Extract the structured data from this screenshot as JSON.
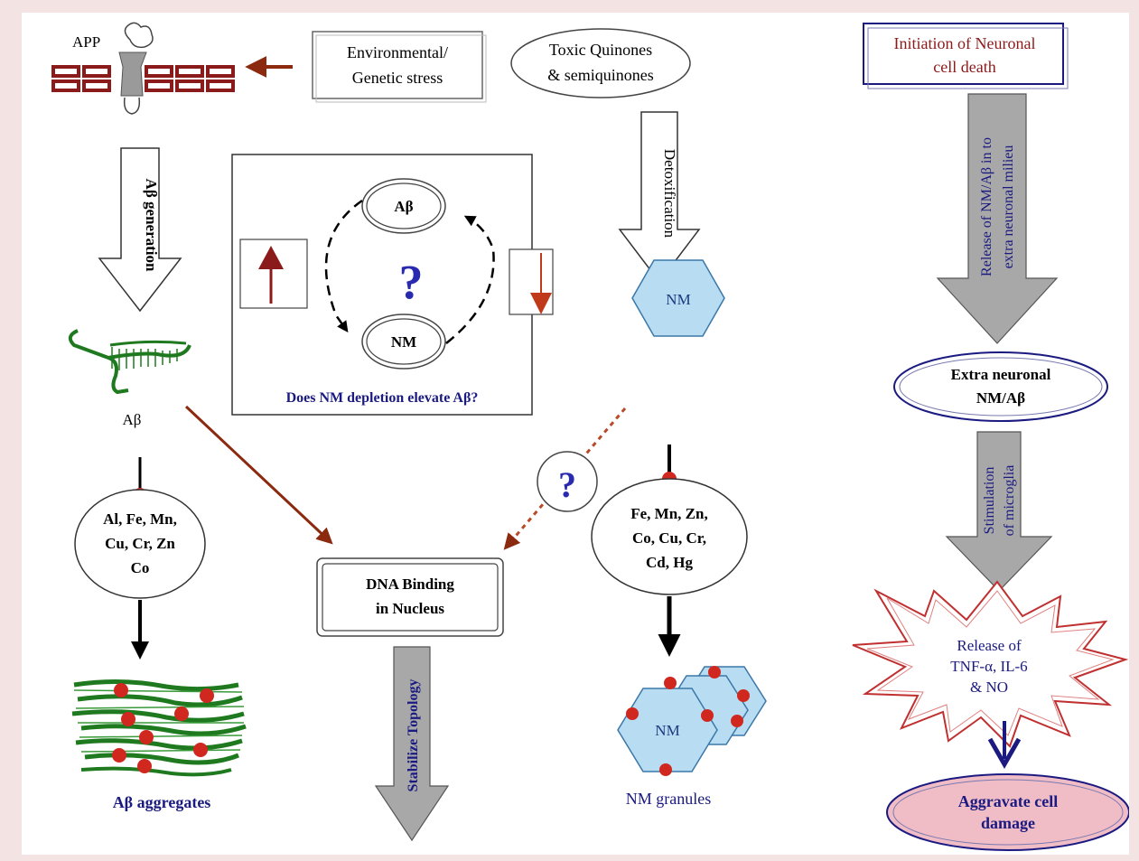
{
  "colors": {
    "background": "#f3e3e3",
    "dark_red": "#8b2a0f",
    "navy": "#1a1a80",
    "blue_text": "#2a2ab0",
    "hexagon_fill": "#b8dcf2",
    "hexagon_stroke": "#3a78a8",
    "grey_arrow": "#a8a8a8",
    "green_fibril": "#1f7a1f",
    "red_dot": "#d0281e",
    "pink_fill": "#f0bcc6",
    "burst_stroke": "#c03030",
    "box_stroke": "#555555"
  },
  "labels": {
    "app": "APP",
    "env_stress_line1": "Environmental/",
    "env_stress_line2": "Genetic stress",
    "toxic_line1": "Toxic Quinones",
    "toxic_line2": "& semiquinones",
    "ab_generation": "Aβ generation",
    "detoxification": "Detoxification",
    "inset_ab": "Aβ",
    "inset_nm": "NM",
    "inset_question": "?",
    "inset_caption": "Does NM depletion elevate Aβ?",
    "ab_fibril_label": "Aβ",
    "nm_hex": "NM",
    "mid_question": "?",
    "left_metals_line1": "Al, Fe, Mn,",
    "left_metals_line2": "Cu, Cr, Zn",
    "left_metals_line3": "Co",
    "right_metals_line1": "Fe, Mn, Zn,",
    "right_metals_line2": "Co, Cu, Cr,",
    "right_metals_line3": "Cd, Hg",
    "dna_line1": "DNA Binding",
    "dna_line2": "in Nucleus",
    "stabilize": "Stabilize Topology",
    "ab_aggregates": "Aβ aggregates",
    "nm_granule_text": "NM",
    "nm_granules": "NM granules",
    "init_line1": "Initiation of Neuronal",
    "init_line2": "cell death",
    "release_line1": "Release of NM/Aβ in to",
    "release_line2": "extra neuronal milieu",
    "extra_line1": "Extra neuronal",
    "extra_line2": "NM/Aβ",
    "stim_line1": "Stimulation",
    "stim_line2": "of microglia",
    "tnf_line1": "Release of",
    "tnf_line2": "TNF-α, IL-6",
    "tnf_line3": "& NO",
    "aggravate_line1": "Aggravate cell",
    "aggravate_line2": "damage"
  }
}
